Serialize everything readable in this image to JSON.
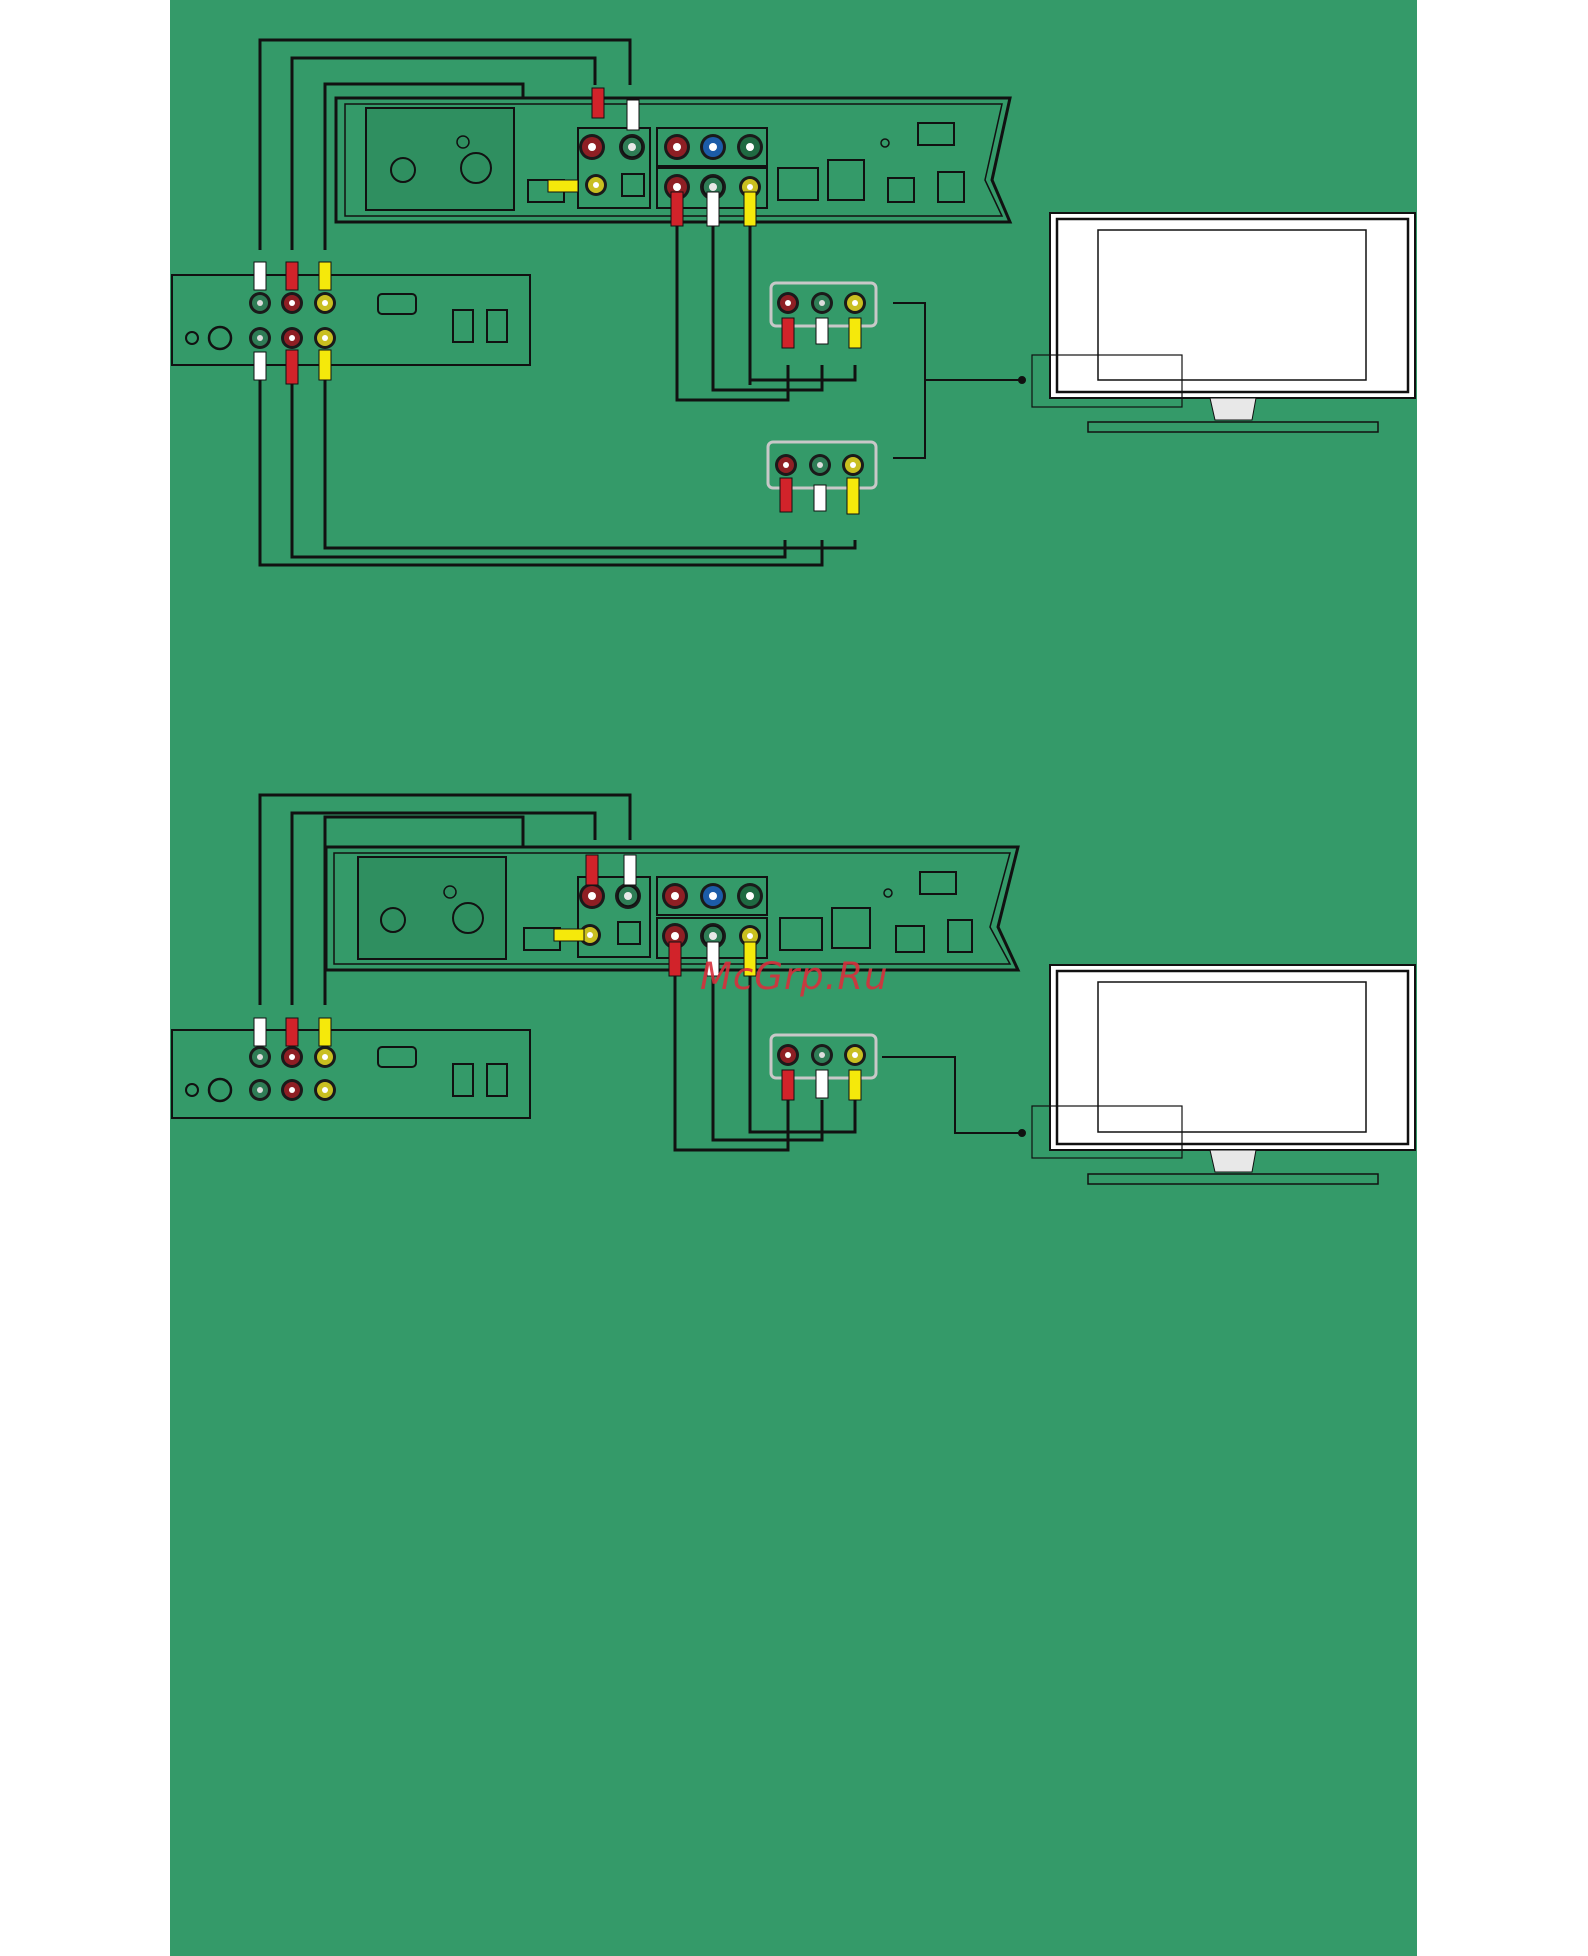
{
  "watermark": "McGrp.Ru",
  "colors": {
    "background": "#349a69",
    "red": "#d1232a",
    "white": "#ffffff",
    "yellow": "#f5e90b",
    "jack_red": "#8f1f24",
    "jack_blue": "#1c5ca8",
    "jack_green": "#1f6a42",
    "line": "#111111"
  },
  "diagrams": [
    {
      "name": "connection-diagram-two-av-inputs"
    },
    {
      "name": "connection-diagram-one-av-input"
    }
  ]
}
